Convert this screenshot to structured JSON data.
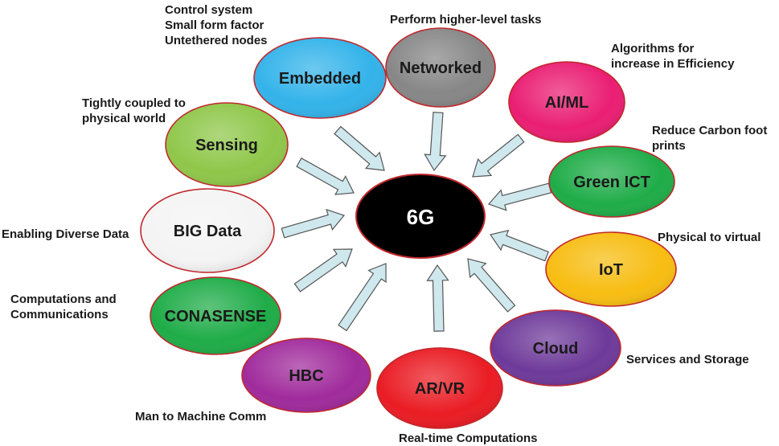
{
  "center": {
    "label": "6G",
    "color": "#000000",
    "text_color": "#ffffff"
  },
  "arrow_color": "#cfe8ee",
  "arrow_stroke": "#555555",
  "nodes": [
    {
      "id": "embedded",
      "label": "Embedded",
      "color": "#33b3ea",
      "text_color": "#1a1a1a",
      "caption": [
        "Control system",
        "Small form factor",
        "Untethered nodes"
      ]
    },
    {
      "id": "networked",
      "label": "Networked",
      "color": "#878787",
      "text_color": "#1a1a1a",
      "caption": [
        "Perform higher-level tasks"
      ]
    },
    {
      "id": "aiml",
      "label": "AI/ML",
      "color": "#ea1e73",
      "text_color": "#1a1a1a",
      "caption": [
        "Algorithms  for",
        "increase in Efficiency"
      ]
    },
    {
      "id": "green-ict",
      "label": "Green ICT",
      "color": "#1fac48",
      "text_color": "#1a1a1a",
      "caption": [
        "Reduce Carbon foot",
        "prints"
      ]
    },
    {
      "id": "iot",
      "label": "IoT",
      "color": "#f7bd12",
      "text_color": "#1a1a1a",
      "caption": [
        "Physical to virtual"
      ]
    },
    {
      "id": "cloud",
      "label": "Cloud",
      "color": "#6e3a9a",
      "text_color": "#1a1a1a",
      "caption": [
        "Services and Storage"
      ]
    },
    {
      "id": "arvr",
      "label": "AR/VR",
      "color": "#ea1c24",
      "text_color": "#1a1a1a",
      "caption": [
        "Real-time Computations"
      ]
    },
    {
      "id": "hbc",
      "label": "HBC",
      "color": "#a02b9c",
      "text_color": "#1a1a1a",
      "caption": [
        "Man to Machine Comm"
      ]
    },
    {
      "id": "conasense",
      "label": "CONASENSE",
      "color": "#1fac48",
      "text_color": "#1a1a1a",
      "caption": [
        "Computations and",
        "Communications"
      ]
    },
    {
      "id": "big-data",
      "label": "BIG Data",
      "color": "#f4f4f4",
      "text_color": "#1a1a1a",
      "caption": [
        "Enabling Diverse Data"
      ]
    },
    {
      "id": "sensing",
      "label": "Sensing",
      "color": "#8fc74a",
      "text_color": "#1a1a1a",
      "caption": [
        "Tightly coupled to",
        "physical world"
      ]
    }
  ]
}
